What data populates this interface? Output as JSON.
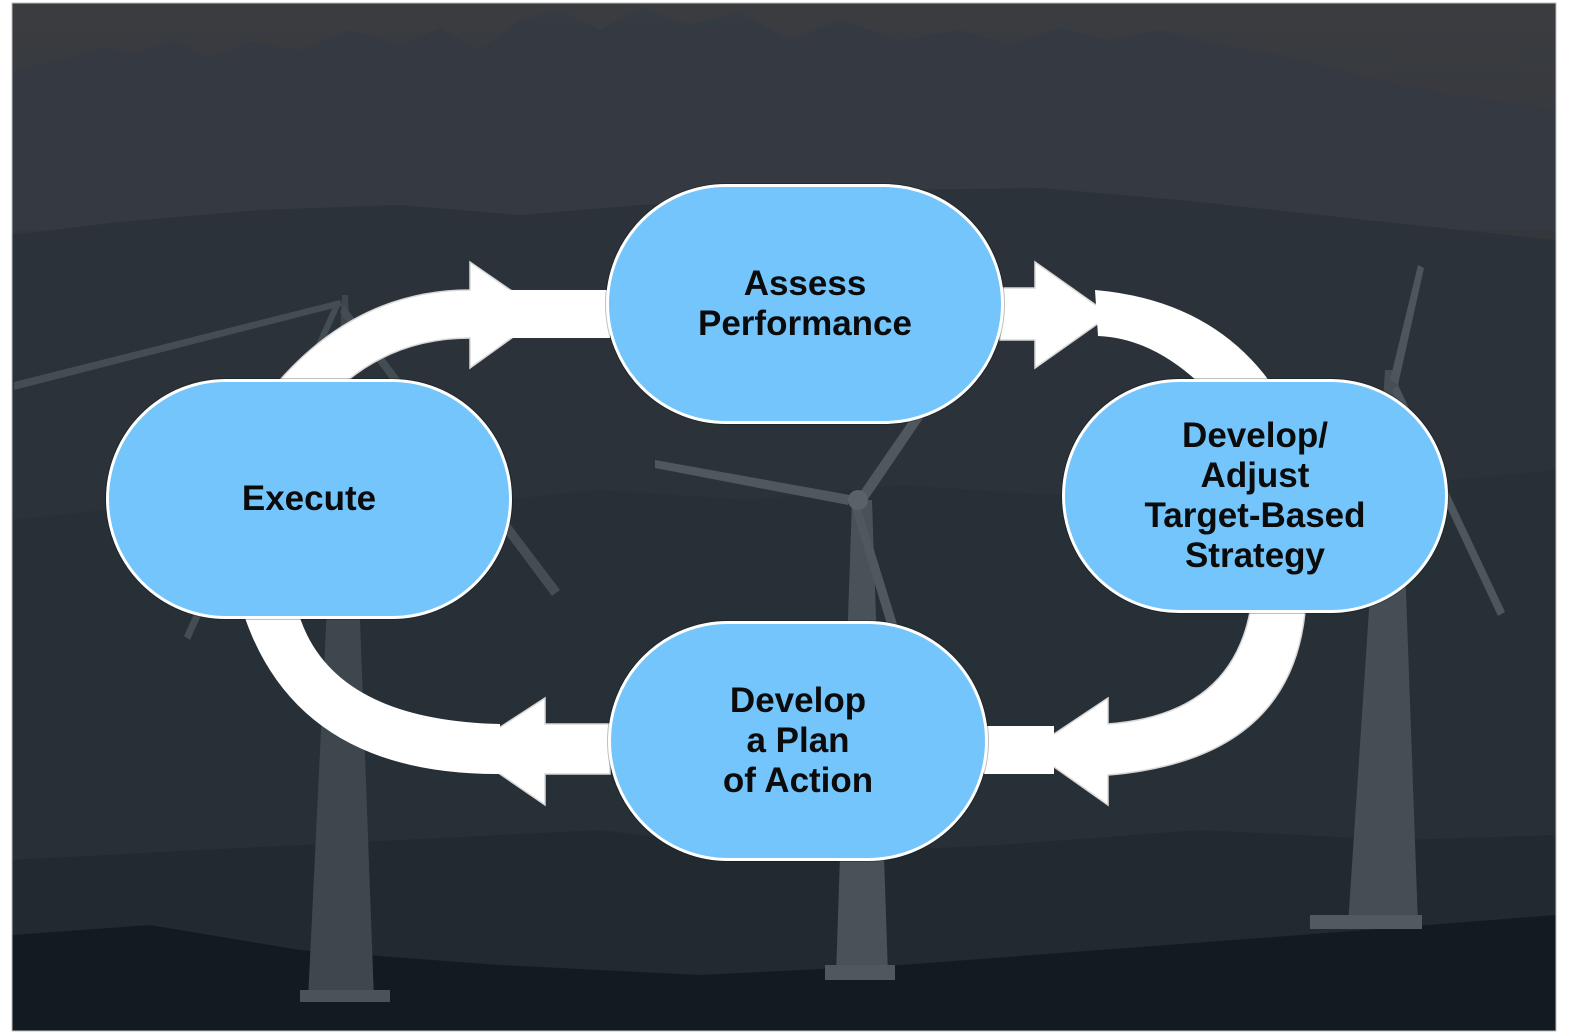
{
  "diagram": {
    "type": "cycle",
    "nodes": [
      {
        "id": "assess",
        "label": "Assess\nPerformance"
      },
      {
        "id": "strategy",
        "label": "Develop/\nAdjust\nTarget-Based\nStrategy"
      },
      {
        "id": "plan",
        "label": "Develop\na Plan\nof Action"
      },
      {
        "id": "execute",
        "label": "Execute"
      }
    ],
    "flow": [
      "assess",
      "strategy",
      "plan",
      "execute",
      "assess"
    ],
    "colors": {
      "node_fill": "#74c5fb",
      "node_border": "#ffffff",
      "arrow": "#ffffff",
      "background_sky": "#2c333b",
      "background_hills": "#1e262d"
    },
    "background_image": "wind-turbines-at-dusk"
  }
}
